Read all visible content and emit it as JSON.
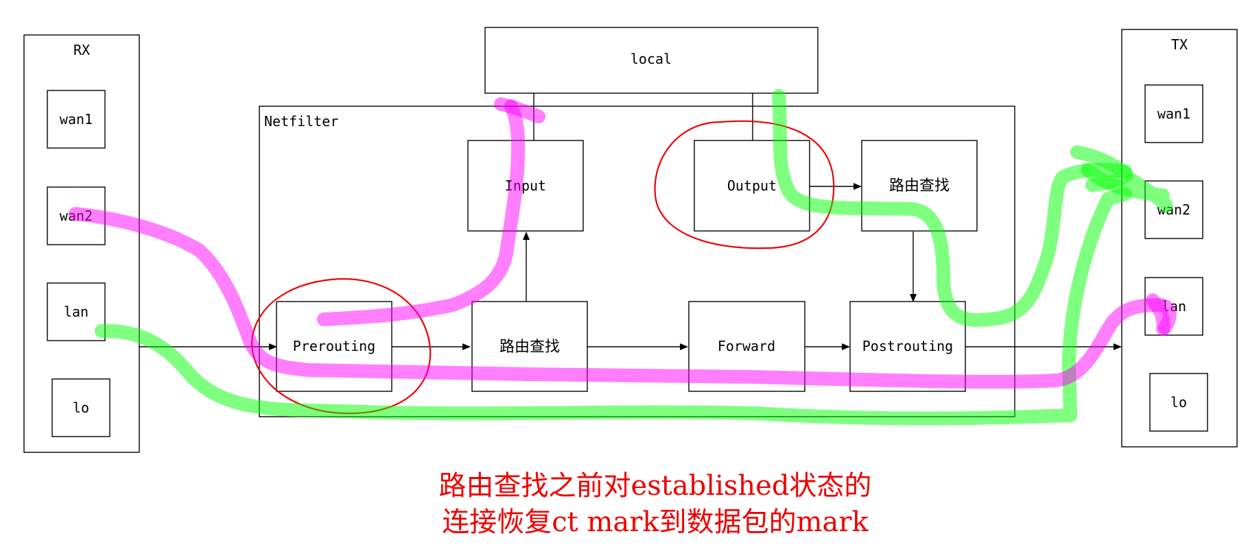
{
  "rx": {
    "title": "RX",
    "ifaces": [
      "wan1",
      "wan2",
      "lan",
      "lo"
    ]
  },
  "tx": {
    "title": "TX",
    "ifaces": [
      "wan1",
      "wan2",
      "lan",
      "lo"
    ]
  },
  "local": {
    "label": "local"
  },
  "netfilter": {
    "label": "Netfilter"
  },
  "stages": {
    "prerouting": "Prerouting",
    "route1": "路由查找",
    "input": "Input",
    "output": "Output",
    "route2": "路由查找",
    "forward": "Forward",
    "postrouting": "Postrouting"
  },
  "colors": {
    "pink_path": "#ff00ff",
    "green_path": "#00ff00",
    "highlight_circle": "#ee0000",
    "annotation_text": "#ee0000"
  },
  "annotation": {
    "line1": "路由查找之前对established状态的",
    "line2": "连接恢复ct mark到数据包的mark"
  }
}
